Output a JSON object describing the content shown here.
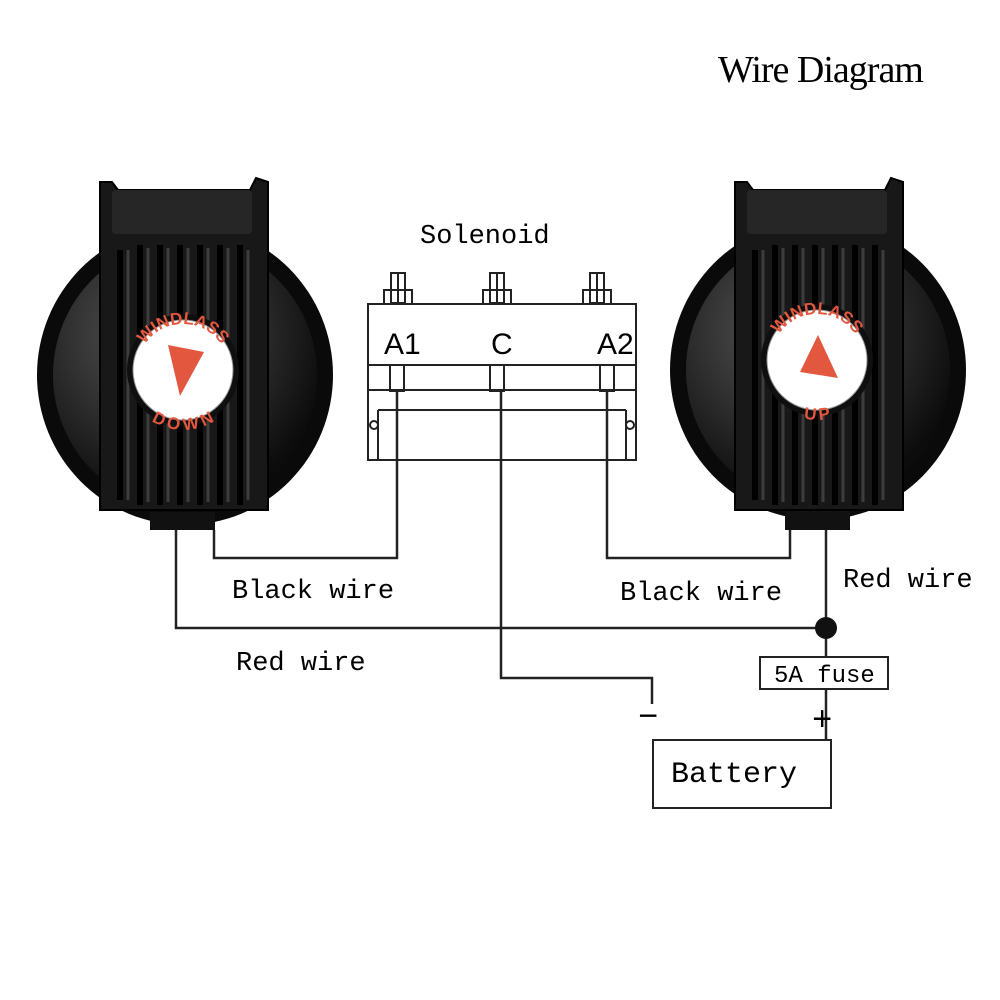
{
  "title": "Wire Diagram",
  "solenoid": {
    "label": "Solenoid",
    "terminals": [
      "A1",
      "C",
      "A2"
    ]
  },
  "switches": {
    "down": {
      "top_text": "WINDLASS",
      "bottom_text": "DOWN",
      "icon": "triangle-down-icon"
    },
    "up": {
      "top_text": "WINDLASS",
      "bottom_text": "UP",
      "icon": "triangle-up-icon"
    }
  },
  "labels": {
    "black_wire_left": "Black wire",
    "black_wire_right": "Black wire",
    "red_wire_left": "Red wire",
    "red_wire_right": "Red wire",
    "fuse": "5A fuse",
    "battery": "Battery",
    "minus": "−",
    "plus": "+"
  },
  "colors": {
    "switch_body": "#141414",
    "button_accent": "#e2573e",
    "wire": "#222222"
  }
}
